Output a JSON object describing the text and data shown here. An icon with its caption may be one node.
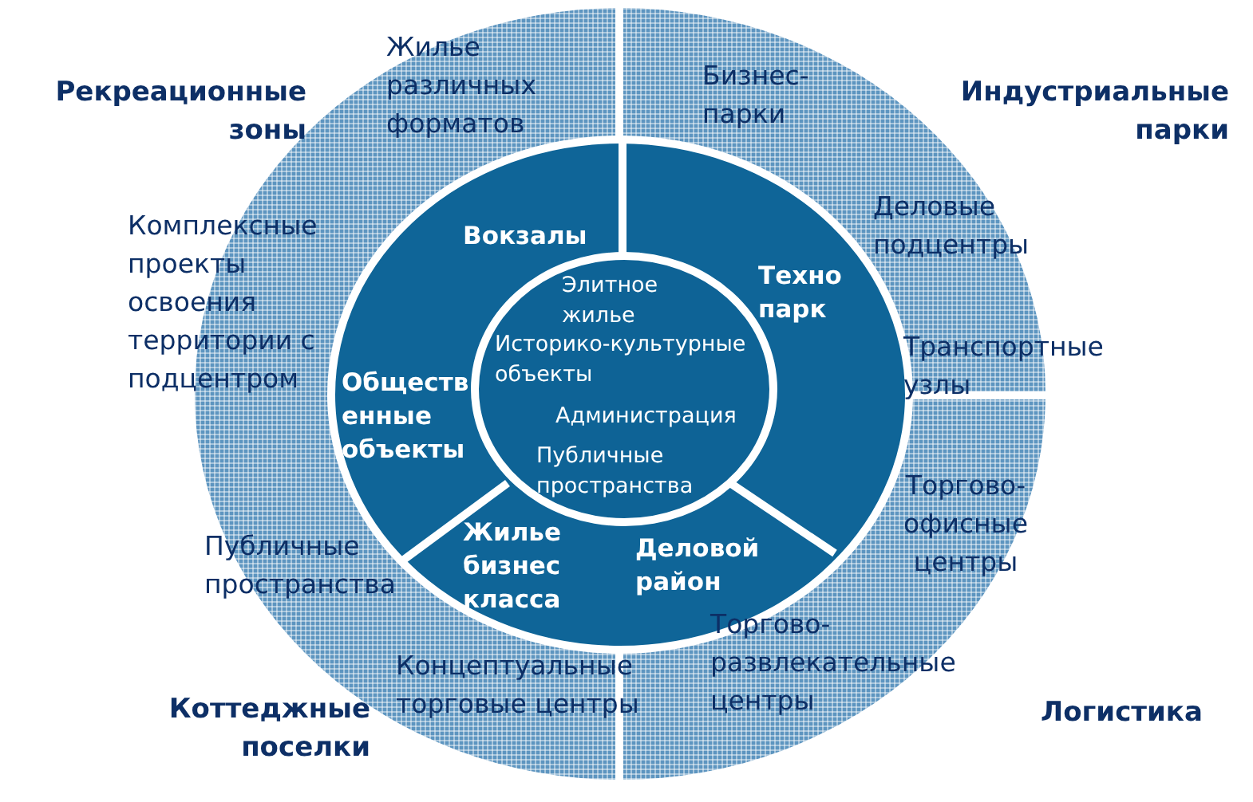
{
  "diagram": {
    "nodes": [
      {
        "text": [
          "Жилье различных форматов",
          "Бизнес-парки",
          "Деловые подцентры",
          "Транспортные узлы",
          "Торгово-офисные центры",
          "Концептуальные торговые центры",
          "Торгово-развлекательные центры",
          "Публичные пространства",
          "Комплексные проекты освоения территории с подцентром"
        ]
      },
      {
        "text": [
          "Вокзалы",
          "Техно парк",
          "Жилье бизнес класса",
          "Деловой район",
          "Обществ енные объекты"
        ],
        "in": 0
      },
      {
        "text": [
          "Элитное жилье",
          "Историко-культурные объекты",
          "Администрация",
          "Публичные пространства"
        ],
        "in": 1
      }
    ],
    "labels": [
      "Рекреационные зоны",
      "Индустриальные парки",
      "Коттеджные поселки",
      "Логистика"
    ]
  }
}
